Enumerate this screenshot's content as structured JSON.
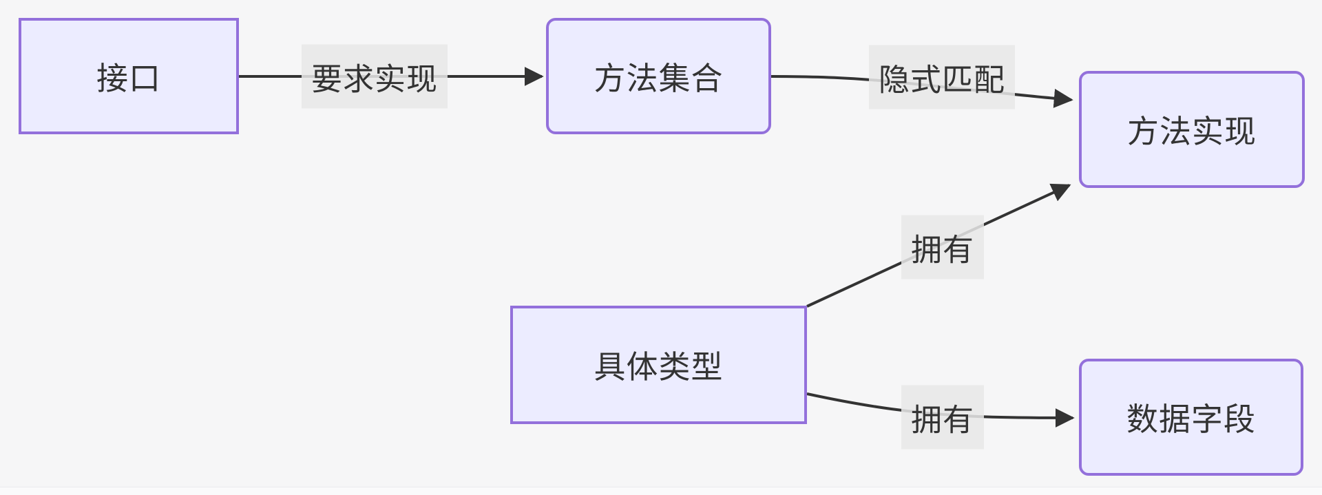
{
  "diagram": {
    "type": "flowchart",
    "direction": "left-to-right",
    "nodes": [
      {
        "id": "interface",
        "label": "接口",
        "shape": "rect"
      },
      {
        "id": "method_set",
        "label": "方法集合",
        "shape": "rounded"
      },
      {
        "id": "method_impl",
        "label": "方法实现",
        "shape": "rounded"
      },
      {
        "id": "concrete_type",
        "label": "具体类型",
        "shape": "rect"
      },
      {
        "id": "data_fields",
        "label": "数据字段",
        "shape": "rounded"
      }
    ],
    "edges": [
      {
        "from": "接口",
        "to": "方法集合",
        "label": "要求实现",
        "arrow": "solid-triangle"
      },
      {
        "from": "方法集合",
        "to": "方法实现",
        "label": "隐式匹配",
        "arrow": "solid-triangle"
      },
      {
        "from": "具体类型",
        "to": "方法实现",
        "label": "拥有",
        "arrow": "solid-triangle"
      },
      {
        "from": "具体类型",
        "to": "数据字段",
        "label": "拥有",
        "arrow": "solid-triangle"
      }
    ]
  },
  "theme": {
    "background": "#f6f6f7",
    "node_fill": "#ececff",
    "node_border": "#9370db",
    "edge_color": "#333333",
    "label_bg": "#e8e8e8",
    "text_color": "#333333"
  }
}
